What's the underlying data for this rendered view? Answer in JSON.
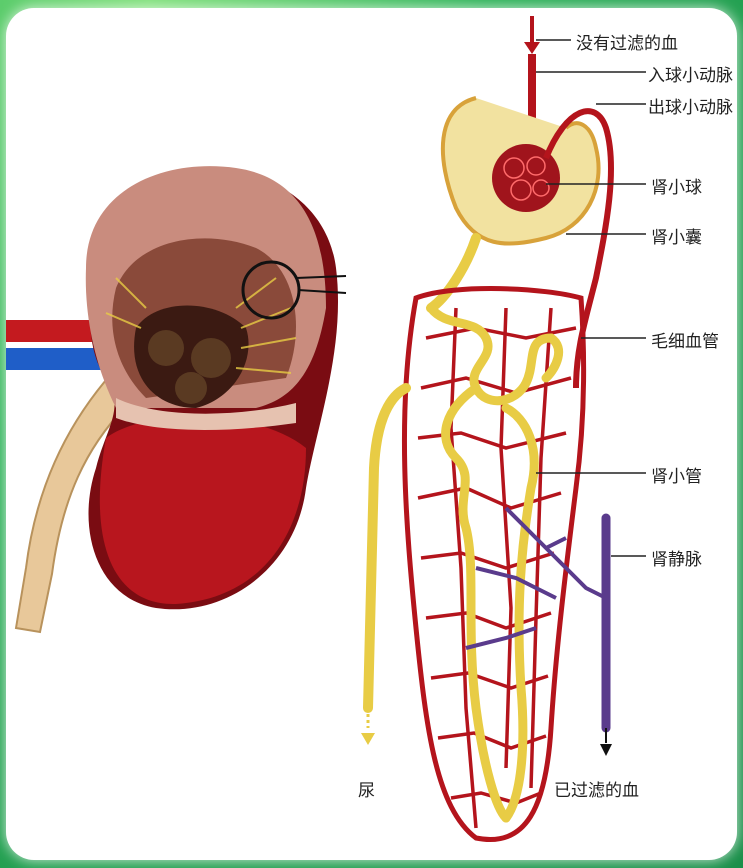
{
  "labels": {
    "unfiltered_blood": "没有过滤的血",
    "afferent_arteriole": "入球小动脉",
    "efferent_arteriole": "出球小动脉",
    "glomerulus": "肾小球",
    "bowmans_capsule": "肾小囊",
    "capillary": "毛细血管",
    "renal_tubule": "肾小管",
    "renal_vein": "肾静脉",
    "urine": "尿",
    "filtered_blood": "已过滤的血"
  },
  "colors": {
    "artery": "#b4141c",
    "vein": "#5a3b8c",
    "tubule": "#e8cc45",
    "kidney_cortex": "#c98c7e",
    "kidney_dark": "#3b1a12"
  }
}
